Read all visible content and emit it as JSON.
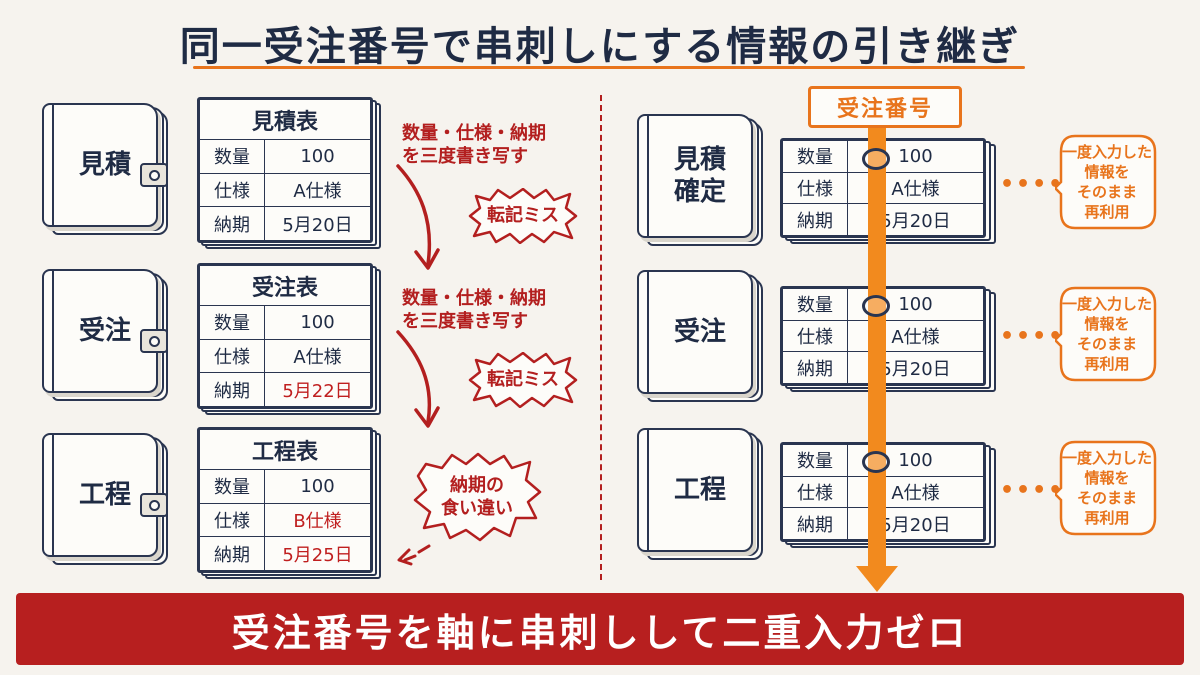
{
  "title": "同一受注番号で串刺しにする情報の引き継ぎ",
  "left": {
    "books": [
      {
        "label": "見積"
      },
      {
        "label": "受注"
      },
      {
        "label": "工程"
      }
    ],
    "forms": [
      {
        "title": "見積表",
        "rows": [
          {
            "key": "数量",
            "val": "100"
          },
          {
            "key": "仕様",
            "val": "A仕様"
          },
          {
            "key": "納期",
            "val": "5月20日"
          }
        ]
      },
      {
        "title": "受注表",
        "rows": [
          {
            "key": "数量",
            "val": "100"
          },
          {
            "key": "仕様",
            "val": "A仕様"
          },
          {
            "key": "納期",
            "val": "5月22日"
          }
        ]
      },
      {
        "title": "工程表",
        "rows": [
          {
            "key": "数量",
            "val": "100"
          },
          {
            "key": "仕様",
            "val": "B仕様"
          },
          {
            "key": "納期",
            "val": "5月25日"
          }
        ]
      }
    ],
    "notes": [
      "数量・仕様・納期\nを三度書き写す",
      "数量・仕様・納期\nを三度書き写す"
    ],
    "errors": [
      "転記ミス",
      "転記ミス",
      "納期の\n食い違い"
    ],
    "highlight_color": "#c01f1f"
  },
  "right": {
    "axis_label": "受注番号",
    "books": [
      {
        "label": "見積\n確定"
      },
      {
        "label": "受注"
      },
      {
        "label": "工程"
      }
    ],
    "forms": [
      {
        "rows": [
          {
            "key": "数量",
            "val": "100"
          },
          {
            "key": "仕様",
            "val": "A仕様"
          },
          {
            "key": "納期",
            "val": "5月20日"
          }
        ]
      },
      {
        "rows": [
          {
            "key": "数量",
            "val": "100"
          },
          {
            "key": "仕様",
            "val": "A仕様"
          },
          {
            "key": "納期",
            "val": "5月20日"
          }
        ]
      },
      {
        "rows": [
          {
            "key": "数量",
            "val": "100"
          },
          {
            "key": "仕様",
            "val": "A仕様"
          },
          {
            "key": "納期",
            "val": "5月20日"
          }
        ]
      }
    ],
    "bubbles": [
      "一度入力した\n情報を\nそのまま\n再利用",
      "一度入力した\n情報を\nそのまま\n再利用",
      "一度入力した\n情報を\nそのまま\n再利用"
    ],
    "dots": "••••",
    "axis_color": "#f28a1e"
  },
  "banner": "受注番号を軸に串刺しして二重入力ゼロ"
}
